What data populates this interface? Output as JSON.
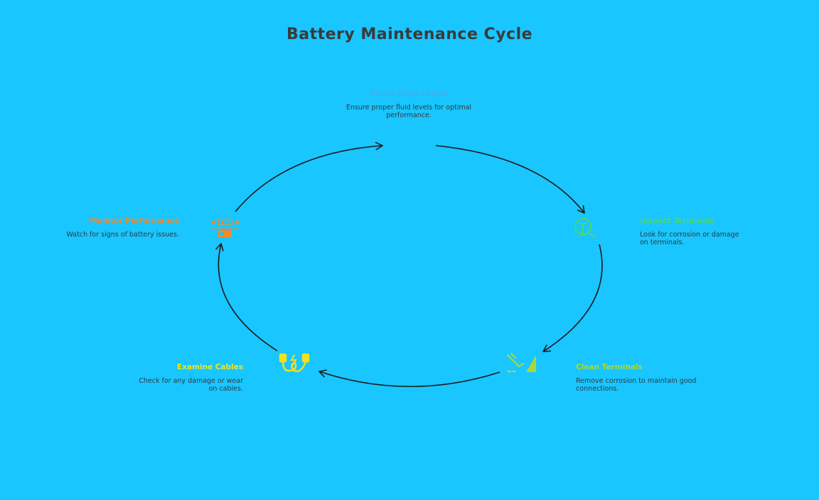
{
  "title": "Battery Maintenance Cycle",
  "colors": {
    "background": "#19C6FF",
    "title": "#3A3A3A",
    "arrow": "#1A1A1A",
    "fluid": "#3FB0E8",
    "inspect": "#4CD964",
    "clean": "#A7D835",
    "cables": "#F4E11B",
    "monitor": "#F08A2C"
  },
  "steps": [
    {
      "label": "Check Fluid Levels",
      "desc": "Ensure proper fluid levels for optimal performance.",
      "icon": "fluid-icon"
    },
    {
      "label": "Inspect Terminals",
      "desc": "Look for corrosion or damage on terminals.",
      "icon": "magnifier-icon"
    },
    {
      "label": "Clean Terminals",
      "desc": "Remove corrosion to maintain good connections.",
      "icon": "cleaning-brush-icon"
    },
    {
      "label": "Examine Cables",
      "desc": "Check for any damage or wear on cables.",
      "icon": "cable-plug-icon"
    },
    {
      "label": "Monitor Performance",
      "desc": "Watch for signs of battery issues.",
      "icon": "battery-monitor-icon"
    }
  ]
}
